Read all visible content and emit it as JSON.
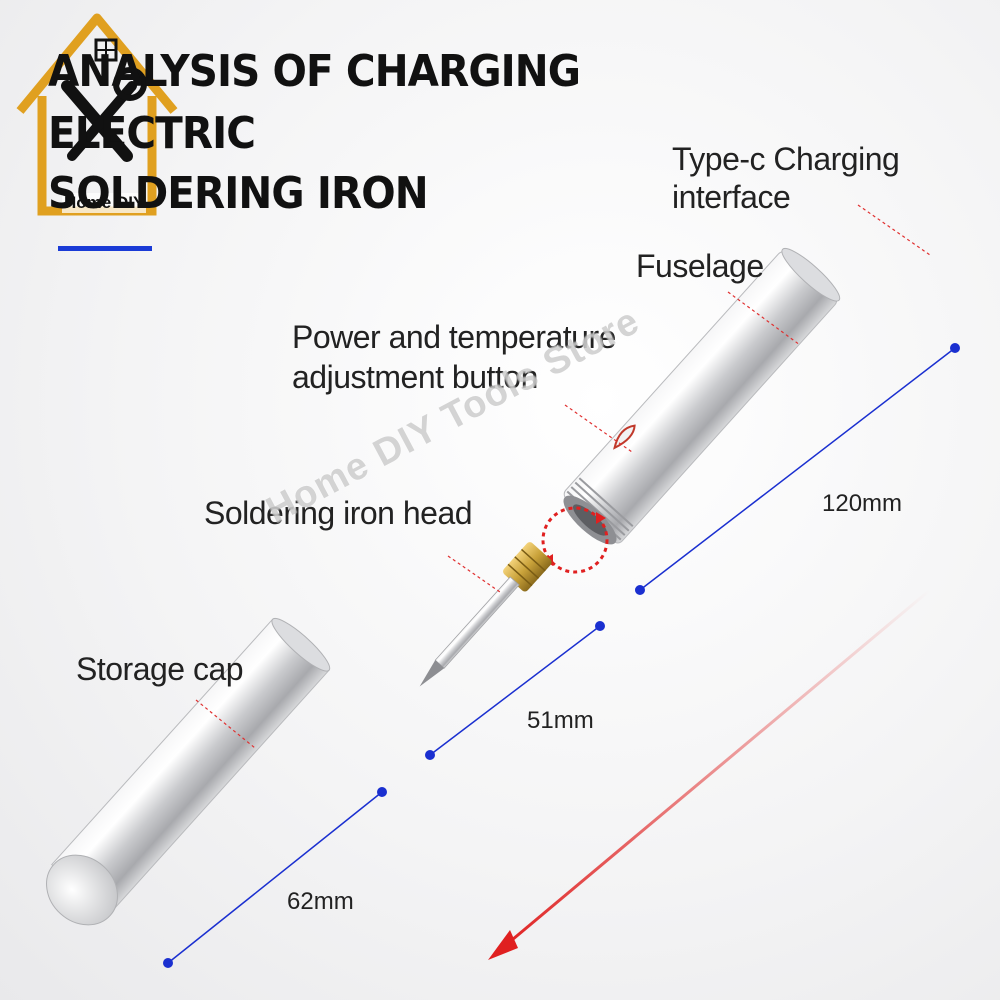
{
  "title": {
    "line1": "ANALYSIS OF CHARGING",
    "line2": "ELECTRIC",
    "line3": "SOLDERING IRON"
  },
  "logo": {
    "text": "Home DIY",
    "icon": "house-wrench-logo-icon"
  },
  "labels": {
    "typec": [
      "Type-c Charging",
      "interface"
    ],
    "fuselage": "Fuselage",
    "button": [
      "Power and temperature",
      "adjustment button"
    ],
    "head": "Soldering iron head",
    "cap": "Storage cap"
  },
  "dimensions": {
    "fuselage_length": "120mm",
    "head_length": "51mm",
    "cap_length": "62mm"
  },
  "watermark": "Home DIY Tools Store",
  "colors": {
    "accent_blue": "#1a3bd6",
    "dimension_line": "#1a2fd0",
    "leader_red": "#e03030",
    "brass": "#c9a23a",
    "logo_gold": "#e0a020"
  }
}
